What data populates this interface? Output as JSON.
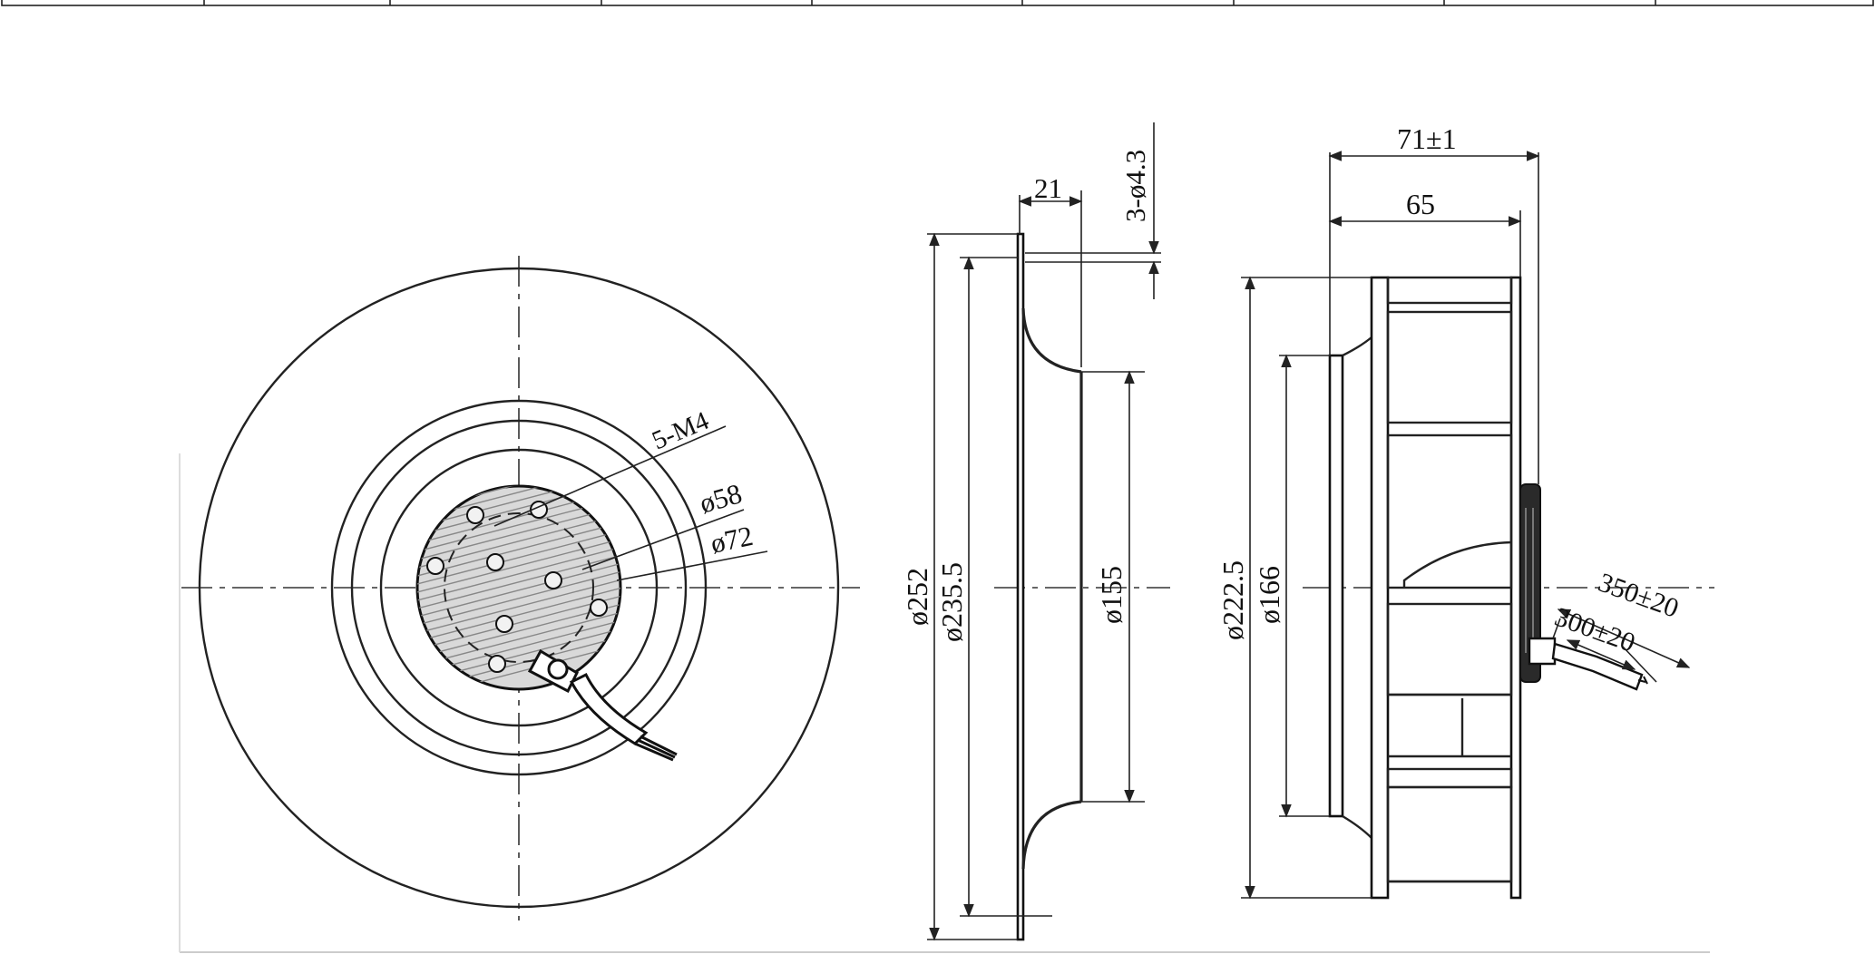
{
  "drawing": {
    "front_view": {
      "dims": {
        "bolt": "5-M4",
        "dia58": "ø58",
        "dia72": "ø72"
      }
    },
    "side_view_1": {
      "dims": {
        "width21": "21",
        "holes": "3-ø4.3",
        "dia252": "ø252",
        "dia235": "ø235.5",
        "dia155": "ø155"
      }
    },
    "side_view_2": {
      "dims": {
        "width71": "71±1",
        "width65": "65",
        "dia222": "ø222.5",
        "dia166": "ø166",
        "cable350": "350±20",
        "cable300": "300±20"
      }
    }
  }
}
